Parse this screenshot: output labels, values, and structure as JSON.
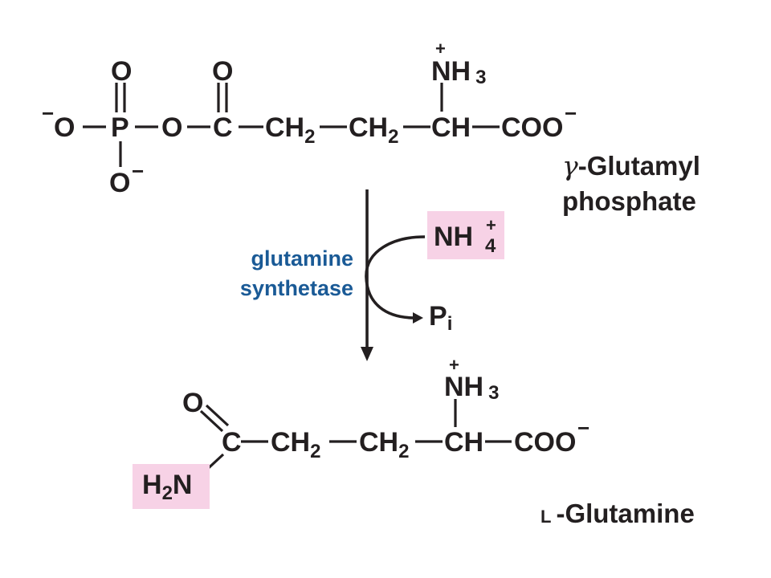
{
  "colors": {
    "bond": "#231f20",
    "enzyme_text": "#1a5a96",
    "highlight": "#f7d2e6",
    "background": "#ffffff"
  },
  "reactant": {
    "name_prefix": "γ",
    "name_line1": "-Glutamyl",
    "name_line2": "phosphate",
    "atoms": {
      "o_minus_left": "O",
      "minus_left": "−",
      "p": "P",
      "o_bridge": "O",
      "c_carbonyl": "C",
      "o_top_p": "O",
      "o_top_c": "O",
      "o_bottom": "O",
      "minus_bottom": "−",
      "ch2_a": "CH",
      "ch2_a_sub": "2",
      "ch2_b": "CH",
      "ch2_b_sub": "2",
      "ch": "CH",
      "coo": "COO",
      "coo_minus": "−",
      "nh3": "NH",
      "nh3_sub": "3",
      "nh3_plus": "+"
    }
  },
  "reaction": {
    "enzyme_line1": "glutamine",
    "enzyme_line2": "synthetase",
    "input": {
      "text": "NH",
      "sub": "4",
      "sup": "+"
    },
    "output": {
      "text": "P",
      "sub": "i"
    }
  },
  "product": {
    "name_prefix": "L",
    "name_main": "-Glutamine",
    "atoms": {
      "o_top": "O",
      "c": "C",
      "h2n_h": "H",
      "h2n_sub": "2",
      "h2n_n": "N",
      "ch2_a": "CH",
      "ch2_a_sub": "2",
      "ch2_b": "CH",
      "ch2_b_sub": "2",
      "ch": "CH",
      "coo": "COO",
      "coo_minus": "−",
      "nh3": "NH",
      "nh3_sub": "3",
      "nh3_plus": "+"
    }
  }
}
